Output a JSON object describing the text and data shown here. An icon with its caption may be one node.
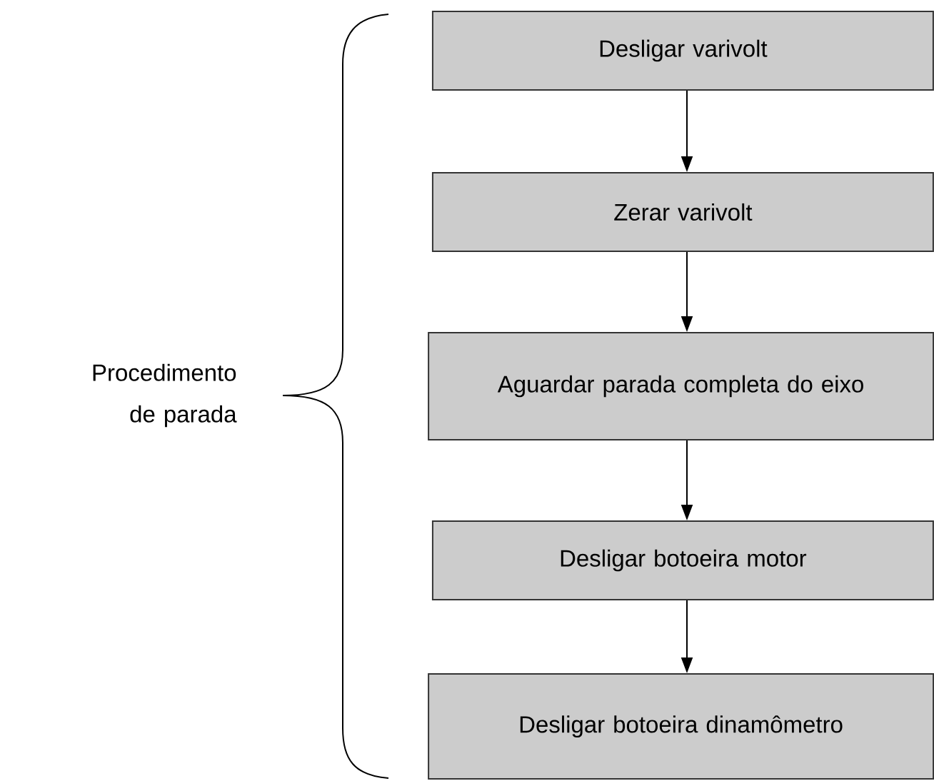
{
  "diagram": {
    "nodes": [
      {
        "text": [
          "Desligar varivolt"
        ]
      },
      {
        "text": [
          "Zerar varivolt"
        ]
      },
      {
        "text": [
          "Aguardar parada completa do eixo"
        ]
      },
      {
        "text": [
          "Desligar botoeira motor"
        ]
      },
      {
        "text": [
          "Desligar botoeira dinamômetro"
        ]
      }
    ],
    "edges": [
      {
        "from": 0,
        "to": 1,
        "arrow": "to"
      },
      {
        "from": 1,
        "to": 2,
        "arrow": "to"
      },
      {
        "from": 2,
        "to": 3,
        "arrow": "to"
      },
      {
        "from": 3,
        "to": 4,
        "arrow": "to"
      }
    ],
    "labels": [
      "Procedimento de parada"
    ]
  }
}
